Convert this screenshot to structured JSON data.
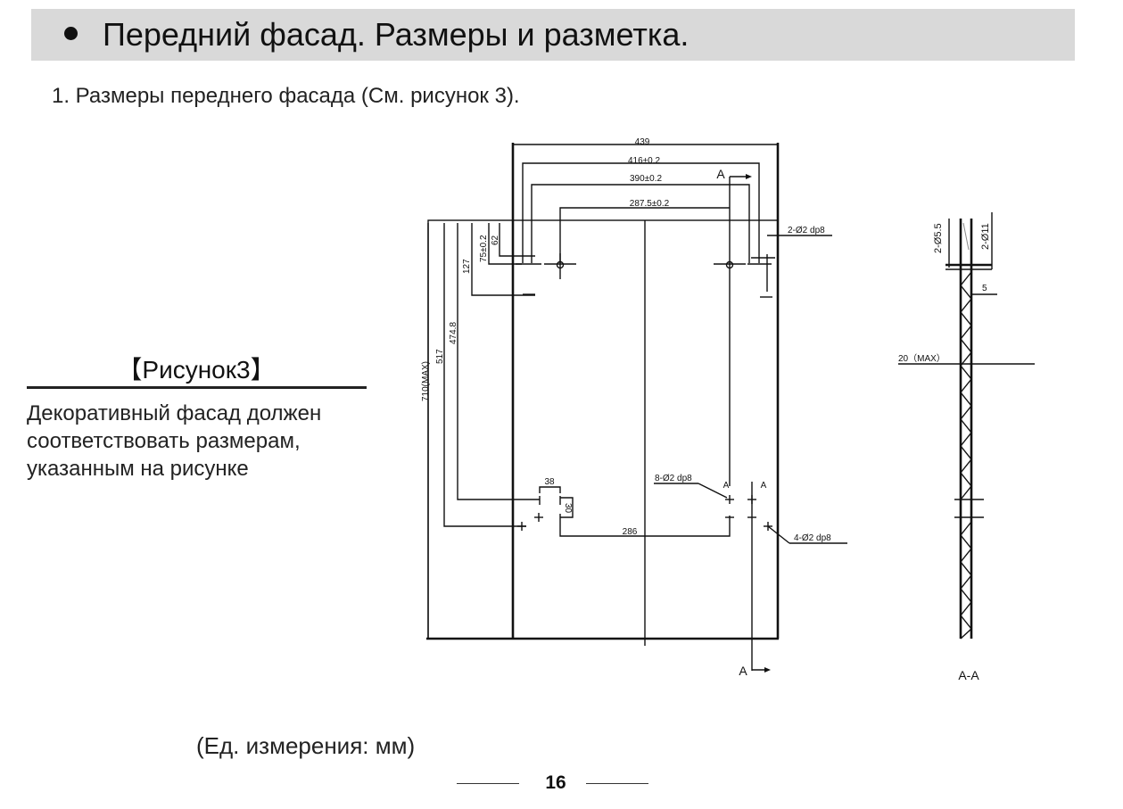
{
  "header": {
    "title": "Передний фасад. Размеры и разметка."
  },
  "section": {
    "subheading": "1. Размеры переднего фасада (См. рисунок 3)."
  },
  "figure": {
    "caption": "【Рисунок3】",
    "description": "Декоративный фасад должен соответствовать размерам, указанным на рисунке"
  },
  "drawing": {
    "dims": {
      "w439": "439",
      "w416": "416±0.2",
      "w390": "390±0.2",
      "w287": "287.5±0.2",
      "h62": "62",
      "h75": "75±0.2",
      "h127": "127",
      "h474": "474.8",
      "h517": "517",
      "h710": "710(MAX)",
      "d38": "38",
      "d30": "30",
      "d286": "286"
    },
    "holes": {
      "top": "2-Ø2 dp8",
      "mid": "8-Ø2 dp8",
      "bottom": "4-Ø2 dp8"
    },
    "section_mark": "A",
    "section_view": {
      "left_label": "2-Ø5.5",
      "right_label": "2-Ø11",
      "d5": "5",
      "d20": "20（MAX）",
      "title": "A-A"
    }
  },
  "footer": {
    "units_note": "(Ед. измерения: мм)",
    "page_number": "16"
  }
}
